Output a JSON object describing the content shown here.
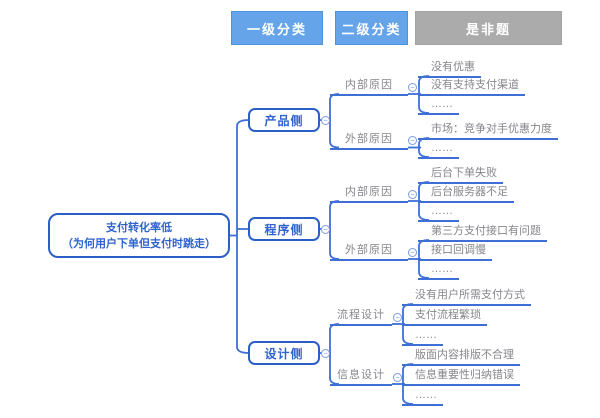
{
  "legend": {
    "items": [
      {
        "label": "一级分类",
        "type": "blue"
      },
      {
        "label": "二级分类",
        "type": "blue"
      },
      {
        "label": "是非题",
        "type": "gray"
      }
    ]
  },
  "mindmap": {
    "root": {
      "title_line1": "支付转化率低",
      "title_line2": "（为何用户下单但支付时跳走）"
    },
    "branches": [
      {
        "label": "产品侧",
        "children": [
          {
            "label": "内部原因",
            "leaves": [
              "没有优惠",
              "没有支持支付渠道",
              "……"
            ]
          },
          {
            "label": "外部原因",
            "leaves": [
              "市场：竞争对手优惠力度",
              "……"
            ]
          }
        ]
      },
      {
        "label": "程序侧",
        "children": [
          {
            "label": "内部原因",
            "leaves": [
              "后台下单失败",
              "后台服务器不足",
              "……"
            ]
          },
          {
            "label": "外部原因",
            "leaves": [
              "第三方支付接口有问题",
              "接口回调慢",
              "……"
            ]
          }
        ]
      },
      {
        "label": "设计侧",
        "children": [
          {
            "label": "流程设计",
            "leaves": [
              "没有用户所需支付方式",
              "支付流程繁琐",
              "……"
            ]
          },
          {
            "label": "信息设计",
            "leaves": [
              "版面内容排版不合理",
              "信息重要性归纳错误",
              "……"
            ]
          }
        ]
      }
    ]
  },
  "colors": {
    "header_blue": "#66A4E9",
    "header_gray": "#ABABAB",
    "line_blue": "#3D6FD6",
    "node_border_blue": "#2B5FC7",
    "node_text_blue": "#2F63CE",
    "muted_text_gray": "#85868C"
  },
  "icons": {
    "collapse": "minus-circle-icon"
  }
}
